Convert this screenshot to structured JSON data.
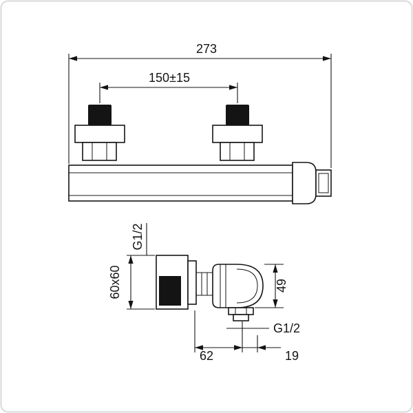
{
  "window": {
    "background": "#ffffff",
    "frame_border_color": "#d9d9d9"
  },
  "drawing": {
    "line_color": "#141414",
    "front_view": {
      "overall_width": "273",
      "mount_center_distance": "150±15"
    },
    "side_view": {
      "top_thread_label": "G1/2",
      "body_section": "60x60",
      "outlet_height": "49",
      "bottom_thread_label": "G1/2",
      "wall_to_outlet_center": "62",
      "outlet_center_offset": "19"
    }
  }
}
